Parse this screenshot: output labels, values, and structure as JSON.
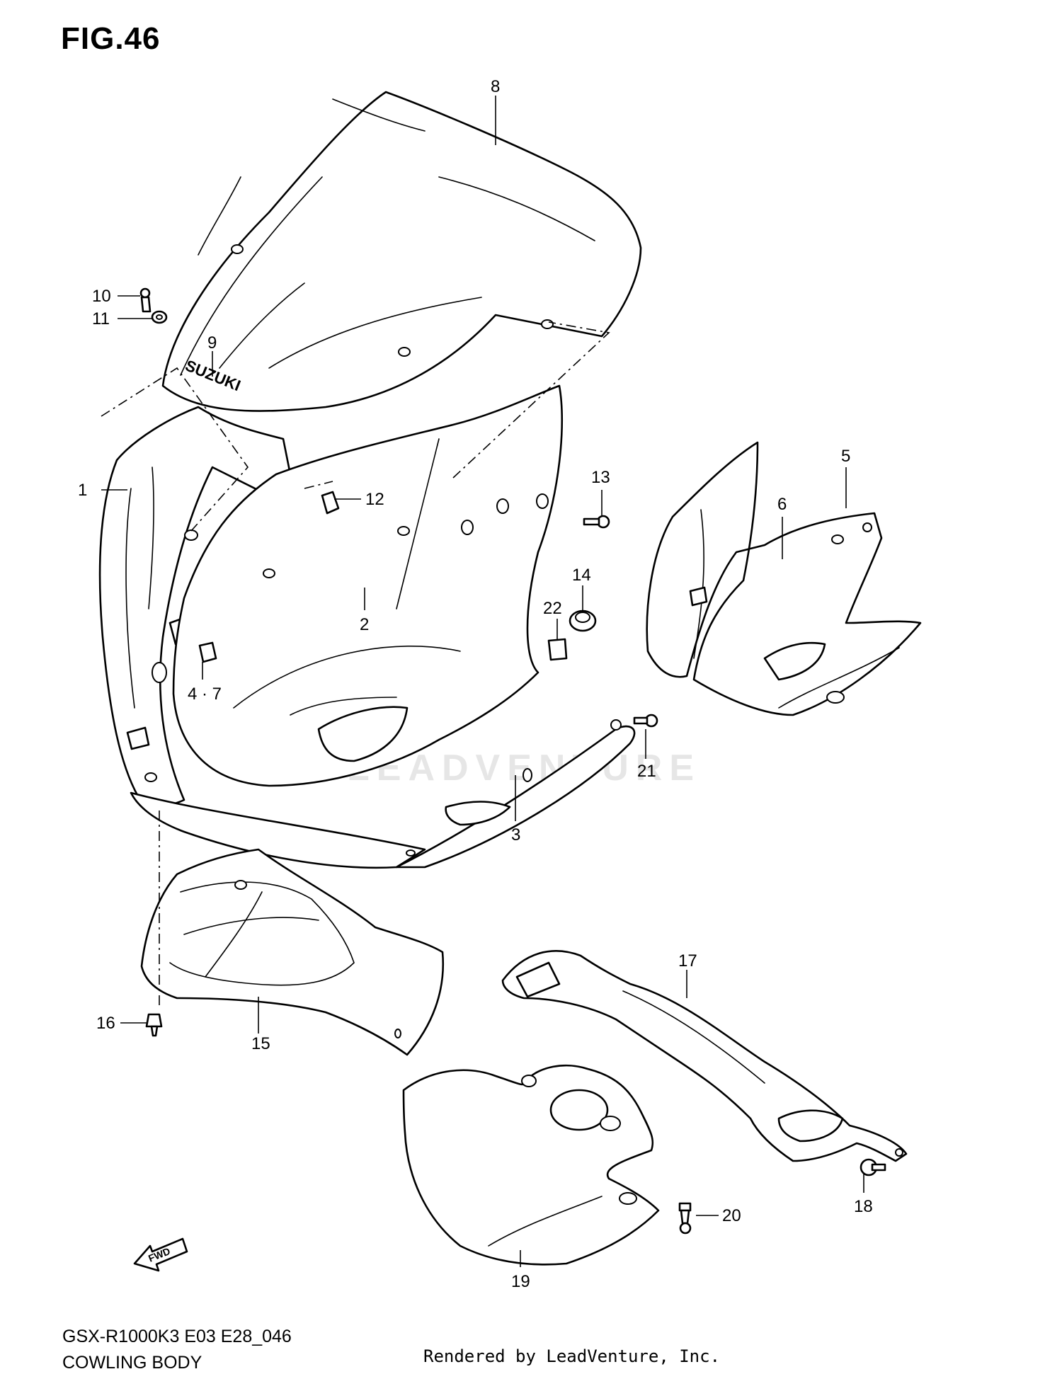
{
  "figure": {
    "title": "FIG.46",
    "model_code": "GSX-R1000K3 E03 E28_046",
    "caption": "COWLING BODY",
    "render_credit": "Rendered by LeadVenture, Inc.",
    "watermark": "LEADVENTURE",
    "windscreen_logo": "SUZUKI",
    "direction_badge": "FWD"
  },
  "callouts": [
    "1",
    "2",
    "3",
    "4 · 7",
    "5",
    "6",
    "8",
    "9",
    "10",
    "11",
    "12",
    "13",
    "14",
    "15",
    "16",
    "17",
    "18",
    "19",
    "20",
    "21",
    "22"
  ]
}
